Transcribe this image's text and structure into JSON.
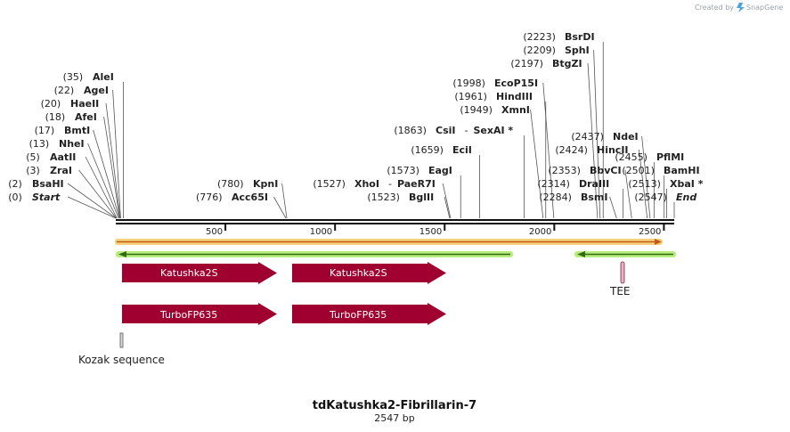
{
  "header": {
    "credit_text": "Created by",
    "brand": "SnapGene"
  },
  "plasmid": {
    "name": "tdKatushka2-Fibrillarin-7",
    "length_label": "2547 bp",
    "length": 2547
  },
  "ruler": {
    "ticks": [
      "500",
      "1000",
      "1500",
      "2000",
      "2500"
    ]
  },
  "sites": [
    {
      "pos": "(2223)",
      "name": "BsrDI",
      "bp": 2223
    },
    {
      "pos": "(2209)",
      "name": "SphI",
      "bp": 2209
    },
    {
      "pos": "(2197)",
      "name": "BtgZI",
      "bp": 2197
    },
    {
      "pos": "(1998)",
      "name": "EcoP15I",
      "bp": 1998
    },
    {
      "pos": "(35)",
      "name": "AleI",
      "bp": 35
    },
    {
      "pos": "(1961)",
      "name": "HindIII",
      "bp": 1961
    },
    {
      "pos": "(22)",
      "name": "AgeI",
      "bp": 22
    },
    {
      "pos": "(1949)",
      "name": "XmnI",
      "bp": 1949
    },
    {
      "pos": "(20)",
      "name": "HaeII",
      "bp": 20
    },
    {
      "pos": "(18)",
      "name": "AfeI",
      "bp": 18
    },
    {
      "pos": "(17)",
      "name": "BmtI",
      "bp": 17
    },
    {
      "pos": "(1863)",
      "name": "CsiI",
      "extra": "SexAI *",
      "bp": 1863
    },
    {
      "pos": "(13)",
      "name": "NheI",
      "bp": 13
    },
    {
      "pos": "(2437)",
      "name": "NdeI",
      "bp": 2437
    },
    {
      "pos": "(1659)",
      "name": "EciI",
      "bp": 1659
    },
    {
      "pos": "(2424)",
      "name": "HincII",
      "bp": 2424
    },
    {
      "pos": "(5)",
      "name": "AatII",
      "bp": 5
    },
    {
      "pos": "(2455)",
      "name": "PflMI",
      "bp": 2455
    },
    {
      "pos": "(3)",
      "name": "ZraI",
      "bp": 3
    },
    {
      "pos": "(1573)",
      "name": "EagI",
      "bp": 1573
    },
    {
      "pos": "(2353)",
      "name": "BbvCI",
      "bp": 2353
    },
    {
      "pos": "(2501)",
      "name": "BamHI",
      "bp": 2501
    },
    {
      "pos": "(2)",
      "name": "BsaHI",
      "bp": 2
    },
    {
      "pos": "(780)",
      "name": "KpnI",
      "bp": 780
    },
    {
      "pos": "(1527)",
      "name": "XhoI",
      "extra": "PaeR7I",
      "bp": 1527
    },
    {
      "pos": "(2314)",
      "name": "DraIII",
      "bp": 2314
    },
    {
      "pos": "(2513)",
      "name": "XbaI *",
      "bp": 2513
    },
    {
      "pos": "(0)",
      "name": "Start",
      "italic": true,
      "bp": 0
    },
    {
      "pos": "(776)",
      "name": "Acc65I",
      "bp": 776
    },
    {
      "pos": "(1523)",
      "name": "BglII",
      "bp": 1523
    },
    {
      "pos": "(2284)",
      "name": "BsmI",
      "bp": 2284
    },
    {
      "pos": "(2547)",
      "name": "End",
      "italic": true,
      "bp": 2547
    }
  ],
  "features": [
    {
      "label": "Katushka2S",
      "color": "#a00030"
    },
    {
      "label": "Katushka2S",
      "color": "#a00030"
    },
    {
      "label": "TurboFP635",
      "color": "#a00030"
    },
    {
      "label": "TurboFP635",
      "color": "#a00030"
    }
  ],
  "small_features": {
    "tee_label": "TEE",
    "kozak_label": "Kozak sequence"
  },
  "colors": {
    "orf_orange": "#f5a623",
    "orf_green": "#7ed321",
    "feature": "#a00030"
  }
}
